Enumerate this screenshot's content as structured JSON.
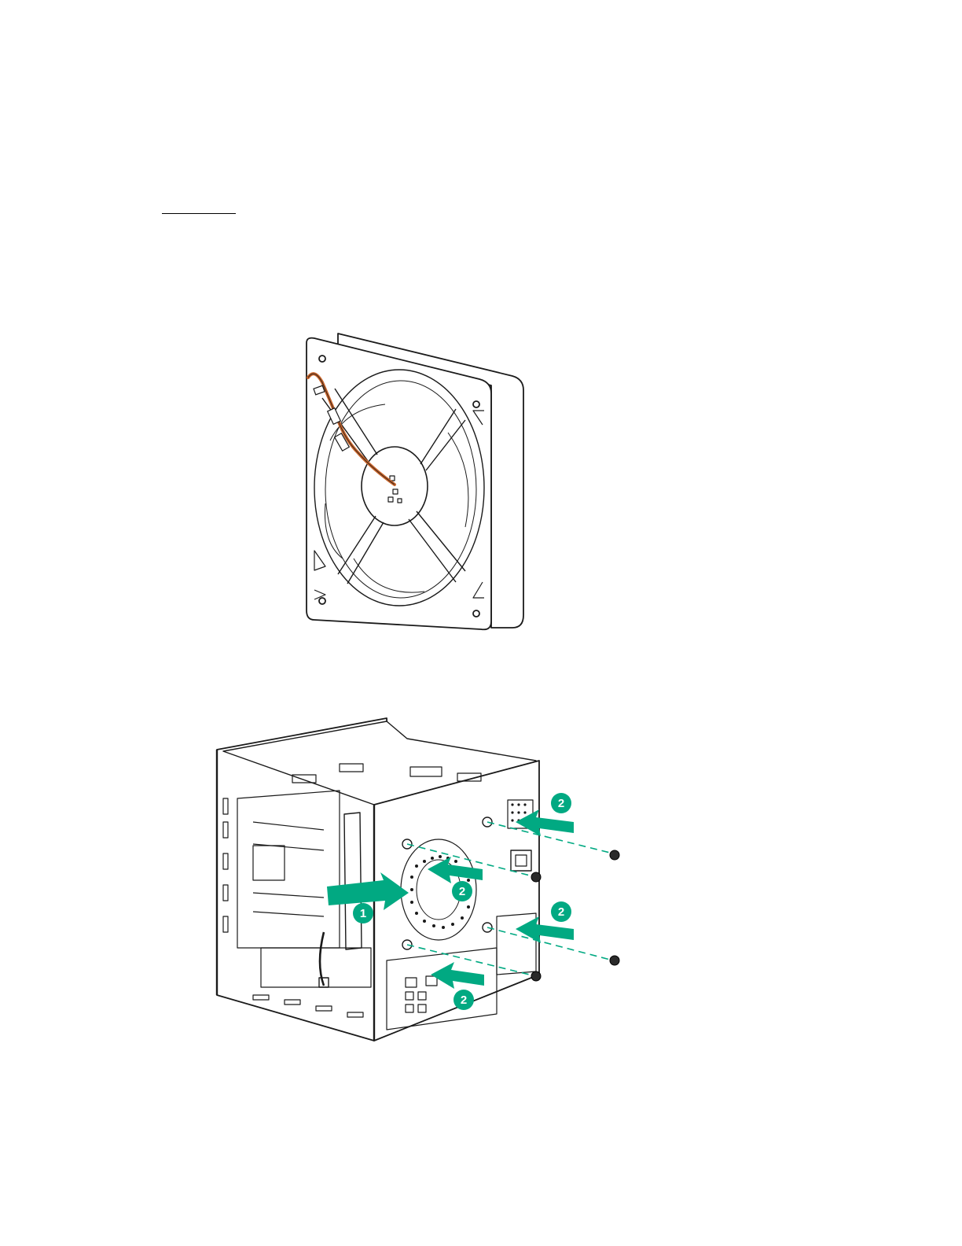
{
  "document": {
    "figures": [
      {
        "name": "fan-illustration"
      },
      {
        "name": "fan-installation-illustration",
        "callouts": [
          {
            "number": "1"
          },
          {
            "number": "2"
          },
          {
            "number": "2"
          },
          {
            "number": "2"
          },
          {
            "number": "2"
          }
        ]
      }
    ]
  },
  "colors": {
    "accent": "#01a982",
    "cable": "#c8642a",
    "line": "#1a1a1a"
  }
}
